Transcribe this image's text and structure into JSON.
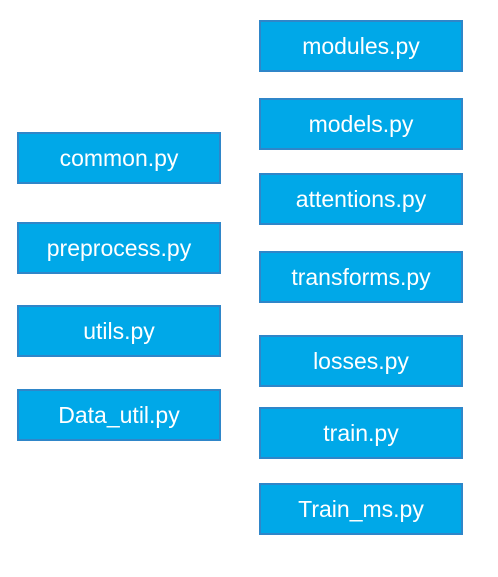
{
  "diagram": {
    "left_column": [
      {
        "label": "common.py"
      },
      {
        "label": "preprocess.py"
      },
      {
        "label": "utils.py"
      },
      {
        "label": "Data_util.py"
      }
    ],
    "right_column": [
      {
        "label": "modules.py"
      },
      {
        "label": "models.py"
      },
      {
        "label": "attentions.py"
      },
      {
        "label": "transforms.py"
      },
      {
        "label": "losses.py"
      },
      {
        "label": "train.py"
      },
      {
        "label": "Train_ms.py"
      }
    ],
    "colors": {
      "box_fill": "#00a8e8",
      "box_border": "#2f86c9",
      "text": "#ffffff",
      "background": "#ffffff"
    }
  }
}
